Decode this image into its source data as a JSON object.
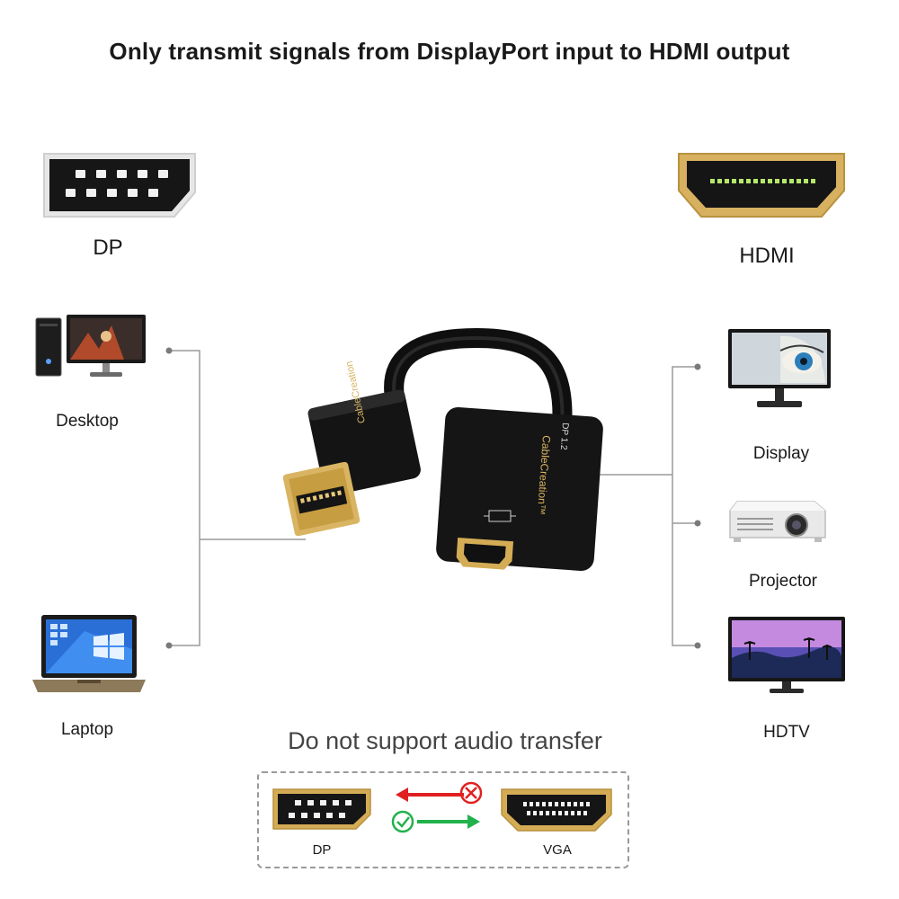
{
  "title": "Only transmit signals from DisplayPort input to HDMI output",
  "ports": {
    "dp_label": "DP",
    "hdmi_label": "HDMI"
  },
  "sources": [
    {
      "label": "Desktop",
      "icon": "desktop-pc-icon"
    },
    {
      "label": "Laptop",
      "icon": "laptop-icon"
    }
  ],
  "outputs": [
    {
      "label": "Display",
      "icon": "monitor-icon"
    },
    {
      "label": "Projector",
      "icon": "projector-icon"
    },
    {
      "label": "HDTV",
      "icon": "hdtv-icon"
    }
  ],
  "adapter": {
    "brand": "CableCreation",
    "brand_tm": "CableCreation™",
    "version": "DP 1.2"
  },
  "audio_note": "Do not support audio transfer",
  "bottom": {
    "left_label": "DP",
    "right_label": "VGA"
  },
  "colors": {
    "gold": "#c9a24a",
    "no_arrow": "#e02020",
    "yes_arrow": "#22b24c",
    "line": "#9a9a9a"
  }
}
